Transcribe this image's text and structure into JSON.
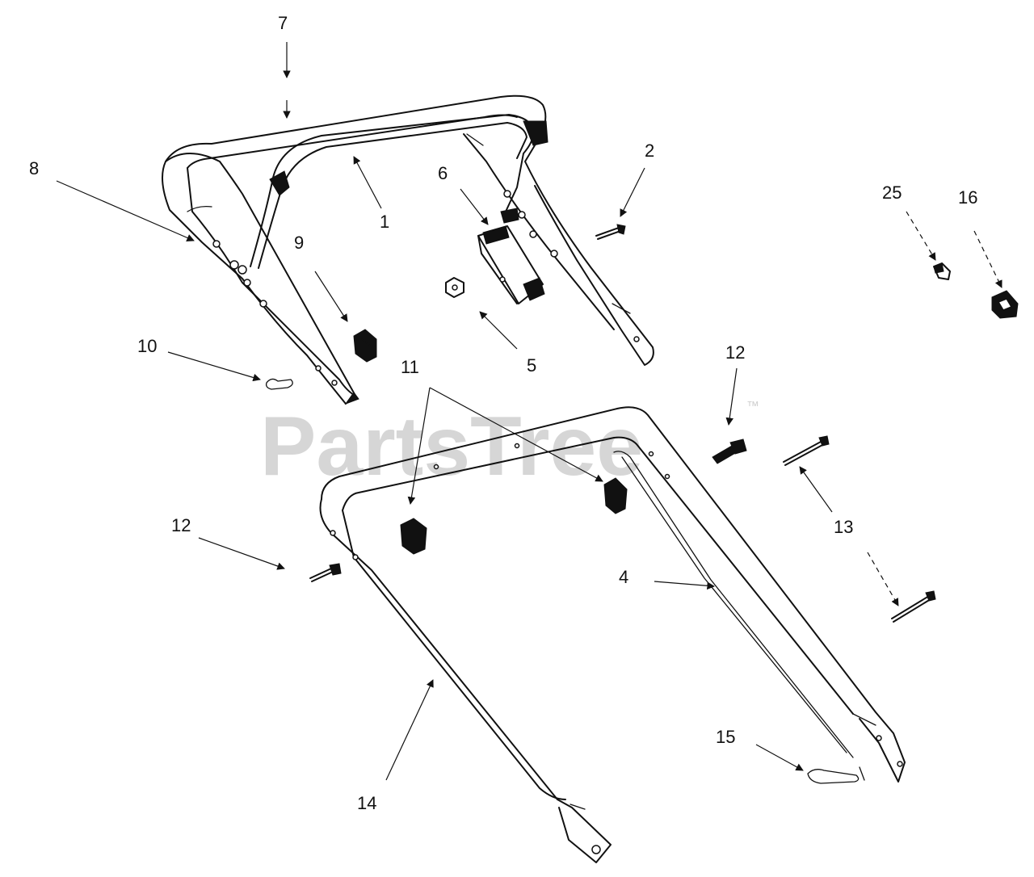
{
  "watermark": {
    "text": "PartsTree",
    "trademark": "™"
  },
  "callouts": {
    "c1": "1",
    "c2": "2",
    "c4": "4",
    "c5": "5",
    "c6": "6",
    "c7": "7",
    "c8": "8",
    "c9": "9",
    "c10": "10",
    "c11": "11",
    "c12a": "12",
    "c12b": "12",
    "c13": "13",
    "c14": "14",
    "c15": "15",
    "c16": "16",
    "c25": "25"
  }
}
